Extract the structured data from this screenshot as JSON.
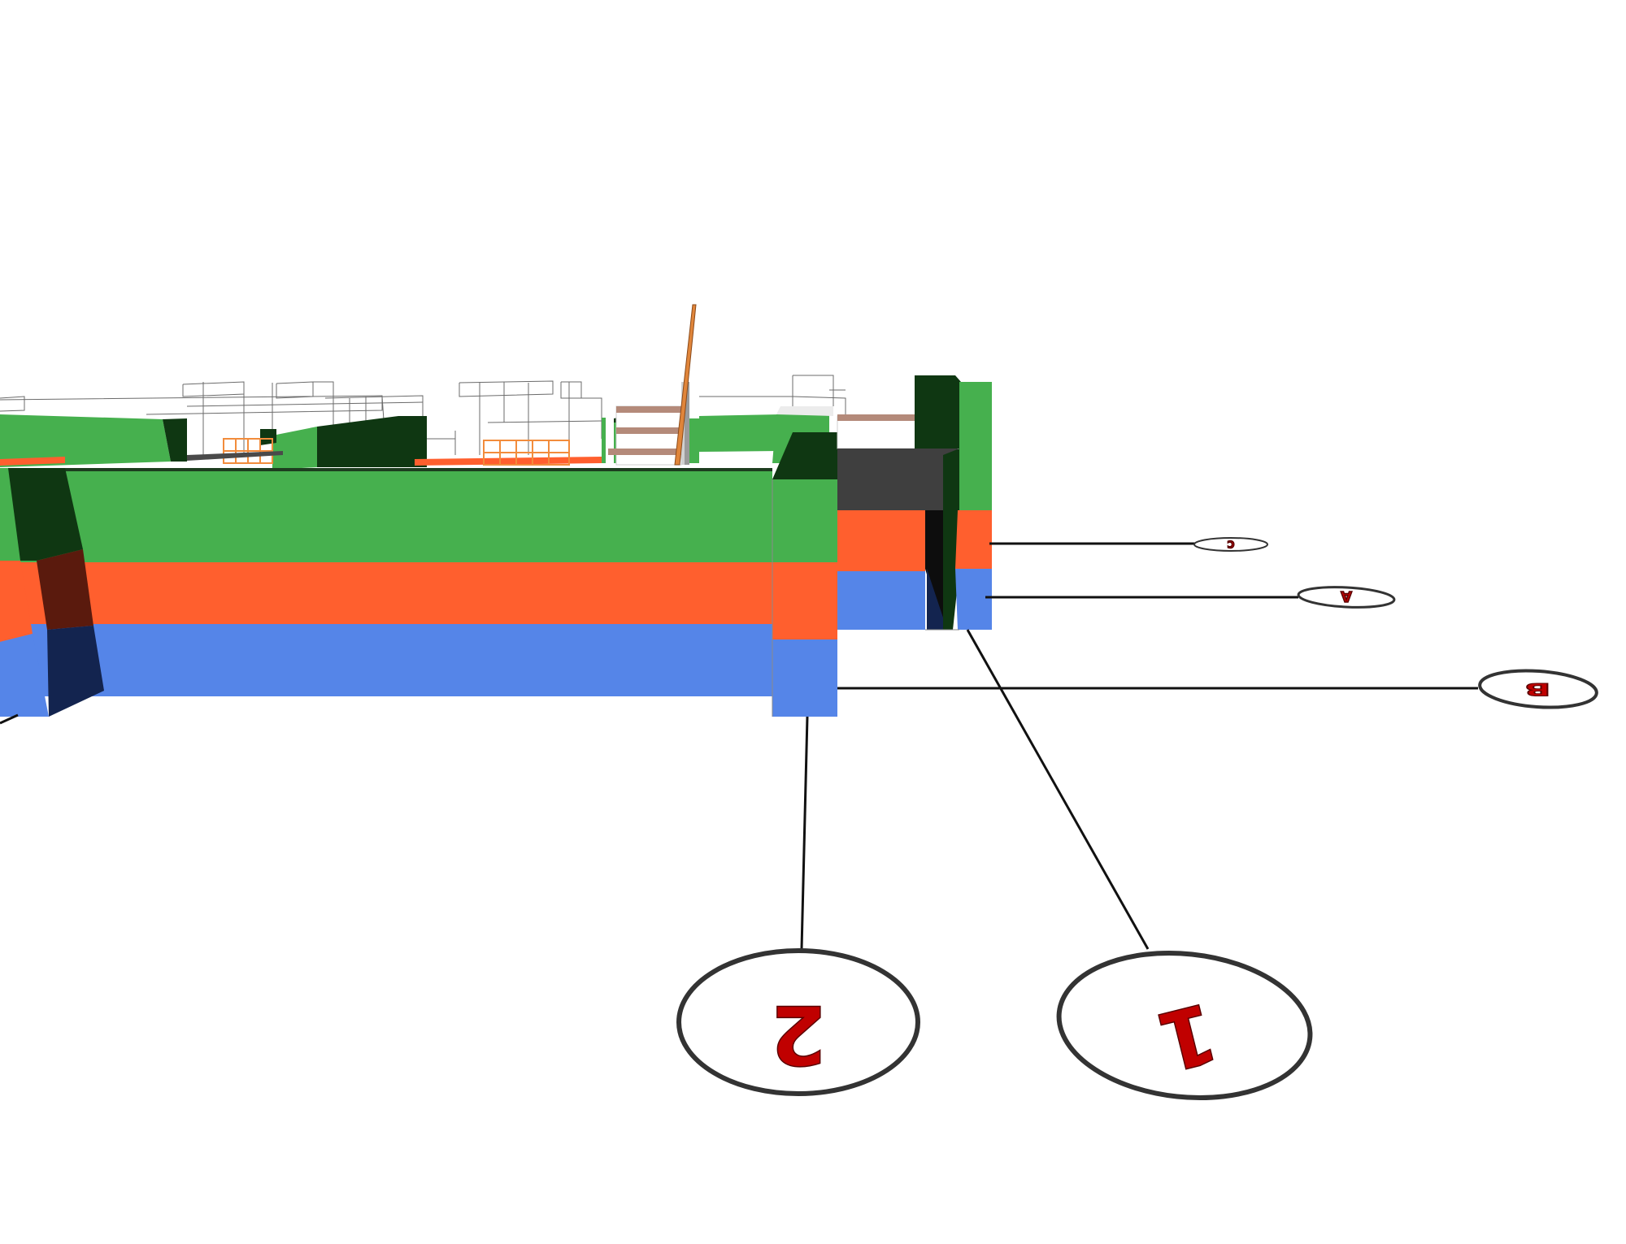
{
  "scene": {
    "band_colors": {
      "top": "#46b04e",
      "middle": "#ff5f2e",
      "bottom": "#5585e8",
      "shadow_green": "#0f3712",
      "shadow_orange": "#5a1a0d",
      "shadow_blue": "#13244f",
      "furniture": "#f28c3c"
    },
    "grid_labels": {
      "gl_1": "1",
      "gl_2": "2",
      "gl_B": "B",
      "gl_A": "A",
      "gl_C": "C"
    }
  }
}
